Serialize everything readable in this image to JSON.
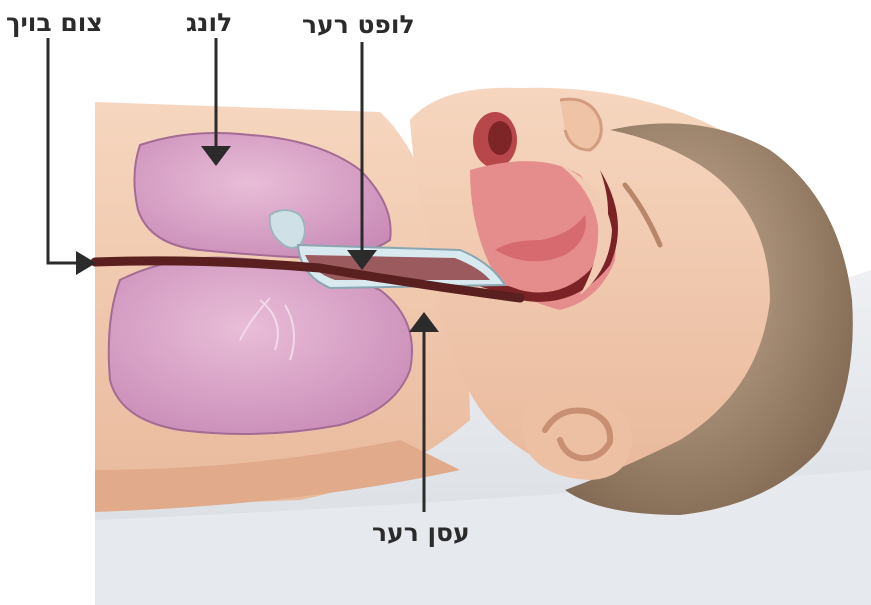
{
  "labels": {
    "stomach_tube": "צום בויך",
    "lung": "לונג",
    "trachea": "לופט רער",
    "esophagus": "עסן רער"
  },
  "colors": {
    "skin": "#f3cdb3",
    "skin_shadow": "#e2b194",
    "lung": "#dca3c8",
    "lung_dark": "#b97aa8",
    "hair": "#9a8069",
    "mouth_inside": "#8a2b2e",
    "tube": "#5a1f1f",
    "trachea_light": "#cfe3ea",
    "pointer": "#2b2b2b",
    "bed": "#dfe3e8"
  },
  "icons": [
    "arrow-pointer-icon"
  ]
}
